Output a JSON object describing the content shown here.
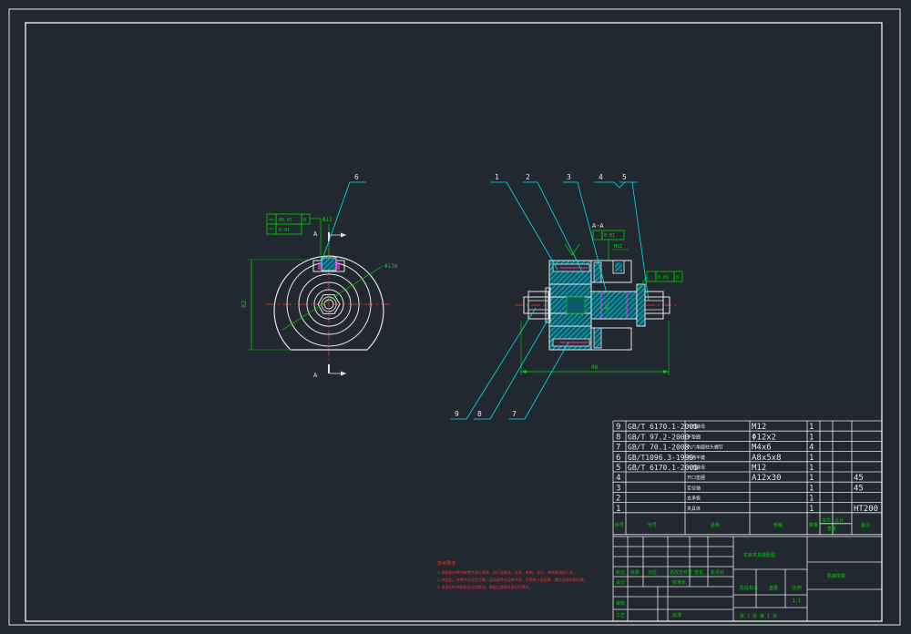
{
  "colors": {
    "background": "#212830",
    "frame": "#e6e6e6",
    "leader": "#00e5e5",
    "dimension": "#00d000",
    "centerline": "#ff3030",
    "hatch": "#00bcd4",
    "magenta": "#ff40ff",
    "notes": "#ff2a2a"
  },
  "balloons": {
    "top": [
      "1",
      "2",
      "3",
      "4",
      "5",
      "6"
    ],
    "bottom": [
      "9",
      "8",
      "7"
    ]
  },
  "section_labels": {
    "section_title": "A-A",
    "cut_left_top": "A",
    "cut_left_bottom": "A"
  },
  "dimensions": {
    "overall_length": "98",
    "left_height": "82",
    "left_dia": "Φ138",
    "left_top_dim": "Φ12",
    "right_top_dim": "M12",
    "right_small": "Φ12"
  },
  "tolerance_frames": {
    "left_row1": [
      "",
      "Ø0.01",
      "B"
    ],
    "left_row2": [
      "",
      "0.01",
      ""
    ],
    "right_top": [
      "",
      "0.01",
      ""
    ],
    "right_side": [
      "",
      "0.01",
      "B"
    ]
  },
  "bom": {
    "rows": [
      {
        "no": "9",
        "code": "GB/T 6170.1-2001",
        "name": "六角螺母",
        "spec": "M12",
        "qty": "1",
        "mat": ""
      },
      {
        "no": "8",
        "code": "GB/T 97.2-2000",
        "name": "平垫圈",
        "spec": "Φ12x2",
        "qty": "1",
        "mat": ""
      },
      {
        "no": "7",
        "code": "GB/T 70.1-2008",
        "name": "内六角圆柱头螺钉",
        "spec": "M4x6",
        "qty": "4",
        "mat": ""
      },
      {
        "no": "6",
        "code": "GB/T1096.3-1999",
        "name": "普通平键",
        "spec": "A8x5x8",
        "qty": "1",
        "mat": ""
      },
      {
        "no": "5",
        "code": "GB/T 6170.1-2001",
        "name": "六角螺母",
        "spec": "M12",
        "qty": "1",
        "mat": ""
      },
      {
        "no": "4",
        "code": "",
        "name": "开口垫圈",
        "spec": "A12x30",
        "qty": "1",
        "mat": "45"
      },
      {
        "no": "3",
        "code": "",
        "name": "定位轴",
        "spec": "",
        "qty": "1",
        "mat": "45"
      },
      {
        "no": "2",
        "code": "",
        "name": "支承板",
        "spec": "",
        "qty": "1",
        "mat": ""
      },
      {
        "no": "1",
        "code": "",
        "name": "夹具体",
        "spec": "",
        "qty": "1",
        "mat": "HT200"
      }
    ],
    "header": {
      "no": "序号",
      "code": "代号",
      "name": "名称",
      "spec": "规格",
      "qty": "数量",
      "single": "单件",
      "total": "总计",
      "weight": "重量",
      "mat": "备注"
    }
  },
  "title_block": {
    "drawing_name": "车床夹具装配图",
    "company": "机械学院",
    "design": "设计",
    "check": "审核",
    "craft": "工艺",
    "approve": "批准",
    "mark": "标记",
    "count": "处数",
    "zone": "分区",
    "change_no": "更改文件号",
    "sign": "签名",
    "date": "年月日",
    "std": "标准化",
    "stage_mark": "阶段标记",
    "weight": "重量",
    "scale": "比例",
    "scale_value": "1:1",
    "sheets": "共 1 张  第 1 张"
  },
  "notes": {
    "title": "技术要求",
    "lines": [
      "1.装配前应将所有零件进行清洗，用汽油清洗、铁屑、毛刺、油污、锈蚀等清除干净。",
      "2.装配后，各零件应灵活可靠，运动部件应运转平稳，不得有卡阻现象，螺钉连接牢固可靠。",
      "3.各密封件装配前必须浸透油，装配后要保证密封可靠性。"
    ]
  }
}
